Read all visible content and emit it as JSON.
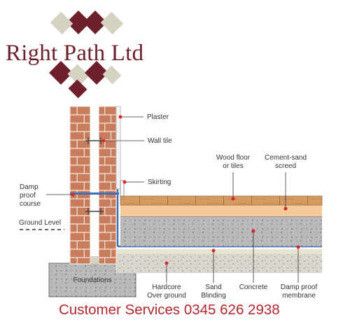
{
  "brand": {
    "name": "Right Path Ltd",
    "accent_color": "#6e1f2b"
  },
  "labels": {
    "plaster": "Plaster",
    "wall_tile": "Wall tile",
    "skirting": "Skirting",
    "wood_floor_line1": "Wood floor",
    "wood_floor_line2": "or tiles",
    "cement_line1": "Cement-sand",
    "cement_line2": "screed",
    "dpc_line1": "Damp",
    "dpc_line2": "proof",
    "dpc_line3": "course",
    "ground_level": "Ground Level",
    "foundations": "Foundations",
    "hardcore_line1": "Hardcore",
    "hardcore_line2": "Over ground",
    "sand_line1": "Sand",
    "sand_line2": "Blinding",
    "concrete": "Concrete",
    "dpm_line1": "Damp proof",
    "dpm_line2": "membrane"
  },
  "footer": {
    "text": "Customer Services 0345 626 2938"
  },
  "colors": {
    "marker": "#d9262c",
    "brick": "#c97c5c",
    "dpc_blue": "#3b6fb6"
  }
}
